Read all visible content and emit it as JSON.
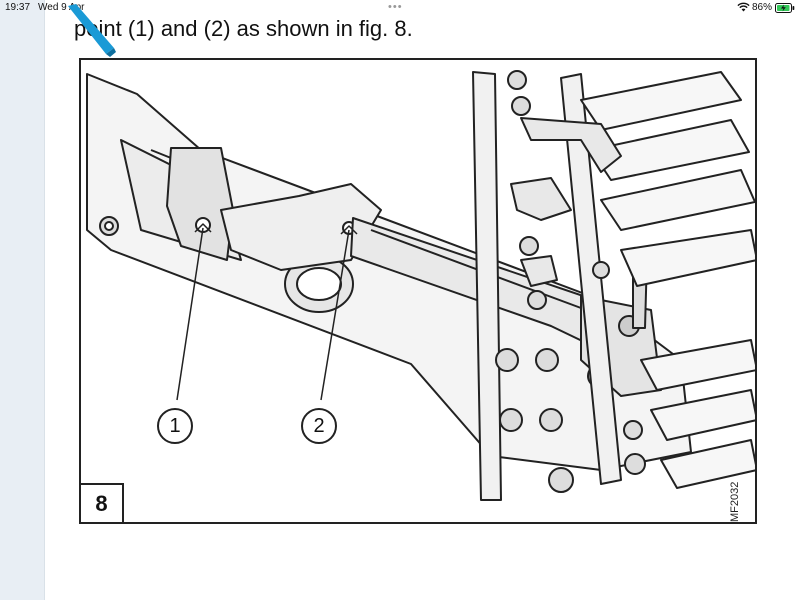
{
  "status_bar": {
    "time": "19:37",
    "date": "Wed 9 Apr",
    "more_dots": "•••",
    "battery_percent": "86%"
  },
  "document": {
    "heading_text": "point (1) and (2) as shown in fig. 8.",
    "figure": {
      "number": "8",
      "code": "MF2032",
      "callout_1": "1",
      "callout_2": "2"
    }
  },
  "colors": {
    "pencil": "#1a9ad6",
    "sidebar": "#e8eef4",
    "battery_charging": "#34c759"
  }
}
